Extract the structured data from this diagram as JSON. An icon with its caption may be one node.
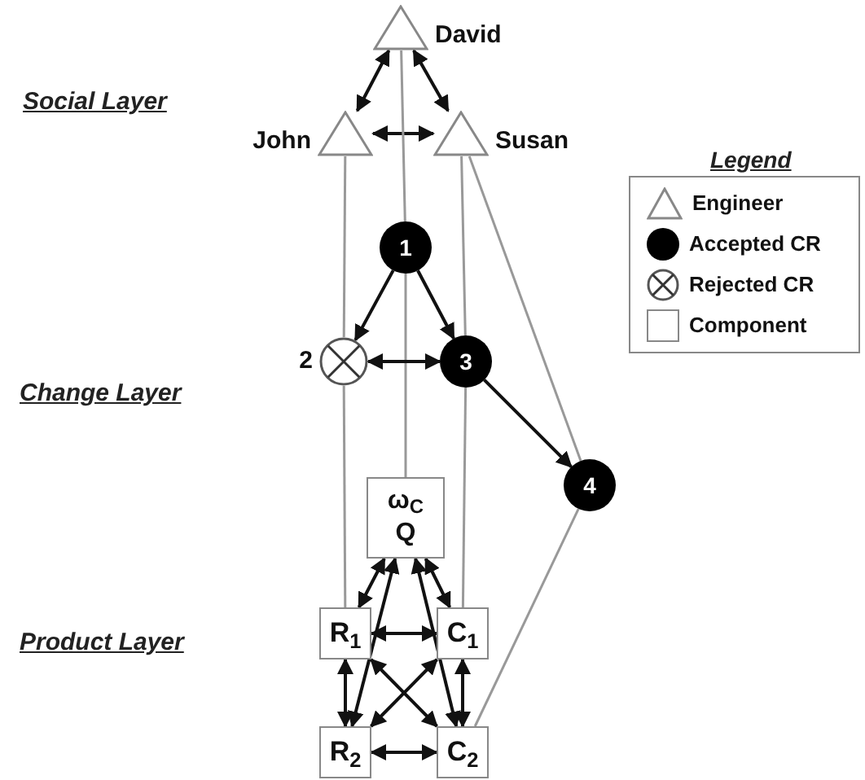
{
  "diagram": {
    "nodes": [
      {
        "text": [
          "David"
        ]
      },
      {
        "text": [
          "John"
        ]
      },
      {
        "text": [
          "Susan"
        ]
      },
      {
        "text": [
          "1"
        ]
      },
      {
        "text": [
          "2"
        ]
      },
      {
        "text": [
          "3"
        ]
      },
      {
        "text": [
          "4"
        ]
      },
      {
        "text": [
          "ω$_{C}$ Q"
        ]
      },
      {
        "text": [
          "R$_{1}$"
        ]
      },
      {
        "text": [
          "C$_{1}$"
        ]
      },
      {
        "text": [
          "R$_{2}$"
        ]
      },
      {
        "text": [
          "C$_{2}$"
        ]
      }
    ],
    "edges": [
      {
        "from": 0,
        "to": 1,
        "arrow": "both"
      },
      {
        "from": 0,
        "to": 2,
        "arrow": "both"
      },
      {
        "from": 1,
        "to": 2,
        "arrow": "both"
      },
      {
        "from": 0,
        "to": 3,
        "arrow": "none",
        "color": "#999999"
      },
      {
        "from": 3,
        "to": 7,
        "arrow": "none",
        "color": "#999999"
      },
      {
        "from": 1,
        "to": 4,
        "arrow": "none",
        "color": "#999999"
      },
      {
        "from": 4,
        "to": 8,
        "arrow": "none",
        "color": "#999999"
      },
      {
        "from": 2,
        "to": 5,
        "arrow": "none",
        "color": "#999999"
      },
      {
        "from": 5,
        "to": 9,
        "arrow": "none",
        "color": "#999999"
      },
      {
        "from": 2,
        "to": 6,
        "arrow": "none",
        "color": "#999999"
      },
      {
        "from": 6,
        "to": 11,
        "arrow": "none",
        "color": "#999999"
      },
      {
        "from": 3,
        "to": 4,
        "arrow": "to"
      },
      {
        "from": 3,
        "to": 5,
        "arrow": "to"
      },
      {
        "from": 4,
        "to": 5,
        "arrow": "both"
      },
      {
        "from": 5,
        "to": 6,
        "arrow": "to"
      },
      {
        "from": 7,
        "to": 8,
        "arrow": "both"
      },
      {
        "from": 7,
        "to": 9,
        "arrow": "both"
      },
      {
        "from": 7,
        "to": 10,
        "arrow": "both"
      },
      {
        "from": 7,
        "to": 11,
        "arrow": "both"
      },
      {
        "from": 8,
        "to": 9,
        "arrow": "both"
      },
      {
        "from": 8,
        "to": 10,
        "arrow": "both"
      },
      {
        "from": 9,
        "to": 11,
        "arrow": "both"
      },
      {
        "from": 10,
        "to": 11,
        "arrow": "both"
      },
      {
        "from": 8,
        "to": 11,
        "arrow": "both"
      },
      {
        "from": 9,
        "to": 10,
        "arrow": "both"
      }
    ],
    "labels": [
      "Social Layer",
      "Change Layer",
      "Product Layer",
      "Legend"
    ],
    "legend": [
      {
        "text": "Engineer"
      },
      {
        "text": "Accepted CR"
      },
      {
        "text": "Rejected CR"
      },
      {
        "text": "Component"
      }
    ]
  }
}
